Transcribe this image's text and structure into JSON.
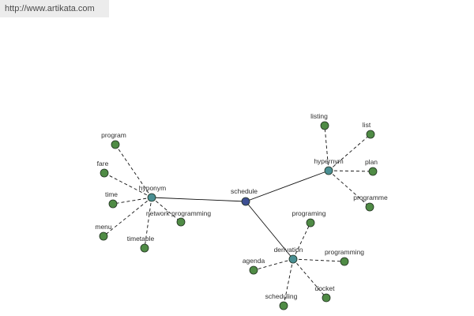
{
  "watermark": {
    "url": "http://www.artikata.com"
  },
  "colors": {
    "center_node": "#3d4f93",
    "relation_node": "#4a8f93",
    "leaf_node": "#4f8b45",
    "node_stroke": "#1f2f1f",
    "edge": "#111111"
  },
  "graph": {
    "center": {
      "id": "schedule",
      "label": "schedule"
    },
    "relations": [
      {
        "id": "hyponym",
        "label": "hyponym",
        "terms": [
          "program",
          "fare",
          "time",
          "menu",
          "timetable",
          "network programming"
        ]
      },
      {
        "id": "hypernym",
        "label": "hypernym",
        "terms": [
          "listing",
          "list",
          "plan",
          "programme"
        ]
      },
      {
        "id": "derivation",
        "label": "derivation",
        "terms": [
          "programing",
          "programming",
          "docket",
          "scheduling",
          "agenda"
        ]
      }
    ]
  }
}
